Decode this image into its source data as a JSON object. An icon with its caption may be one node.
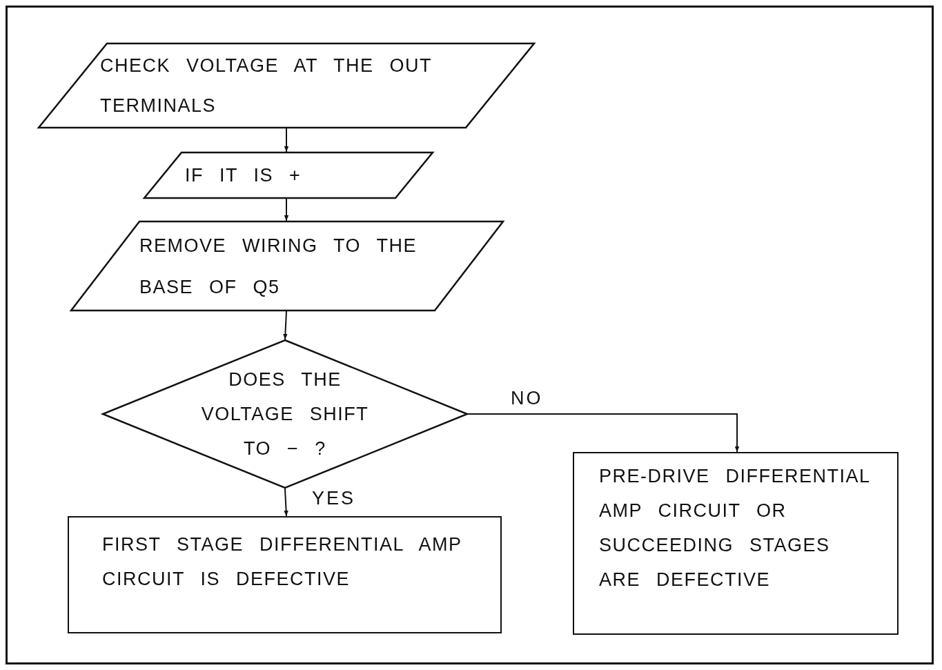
{
  "diagram": {
    "nodes": [
      {
        "text": [
          "CHECK VOLTAGE AT THE OUT TERMINALS"
        ]
      },
      {
        "text": [
          "IF IT IS +"
        ]
      },
      {
        "text": [
          "REMOVE WIRING TO THE BASE OF Q5"
        ]
      },
      {
        "text": [
          "DOES THE VOLTAGE SHIFT TO − ?"
        ]
      },
      {
        "text": [
          "FIRST STAGE DIFFERENTIAL AMP CIRCUIT IS DEFECTIVE"
        ]
      },
      {
        "text": [
          "PRE-DRIVE DIFFERENTIAL AMP CIRCUIT OR SUCCEEDING STAGES ARE DEFECTIVE"
        ]
      }
    ],
    "edges": [
      {
        "from": 0,
        "to": 1,
        "arrow": "to"
      },
      {
        "from": 1,
        "to": 2,
        "arrow": "to"
      },
      {
        "from": 2,
        "to": 3,
        "arrow": "to"
      },
      {
        "from": 3,
        "to": 4,
        "arrow": "to",
        "label": "YES"
      },
      {
        "from": 3,
        "to": 5,
        "arrow": "to",
        "label": "NO"
      }
    ]
  }
}
